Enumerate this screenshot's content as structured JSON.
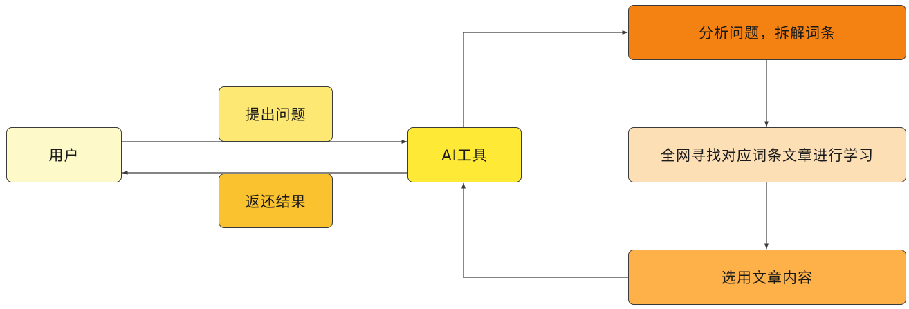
{
  "diagram": {
    "nodes": {
      "user": "用户",
      "ask_question": "提出问题",
      "return_result": "返还结果",
      "ai_tool": "AI工具",
      "analyze": "分析问题，拆解词条",
      "search_learn": "全网寻找对应词条文章进行学习",
      "select_content": "选用文章内容"
    },
    "colors": {
      "user": "#fef9c8",
      "ask_question": "#fde873",
      "return_result": "#f9c22e",
      "ai_tool": "#fde936",
      "analyze": "#f48213",
      "search_learn": "#fddfb5",
      "select_content": "#fdb148",
      "stroke": "#3a3a3a"
    },
    "edges": [
      {
        "from": "user",
        "to": "ai_tool"
      },
      {
        "from": "ai_tool",
        "to": "user"
      },
      {
        "from": "ai_tool",
        "to": "analyze"
      },
      {
        "from": "analyze",
        "to": "search_learn"
      },
      {
        "from": "search_learn",
        "to": "select_content"
      },
      {
        "from": "select_content",
        "to": "ai_tool"
      }
    ]
  }
}
